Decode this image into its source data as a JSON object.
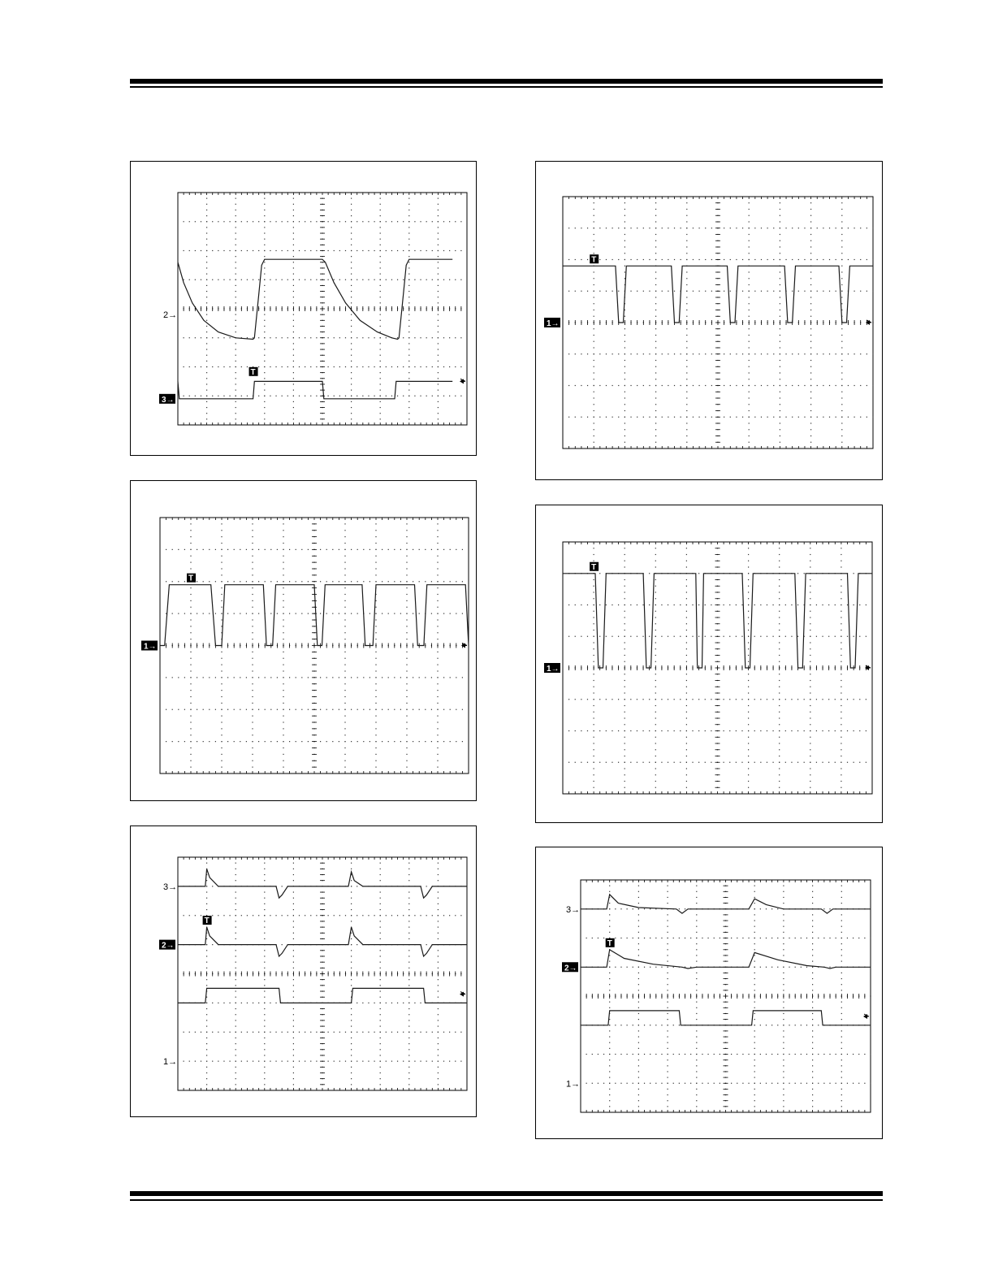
{
  "page": {
    "background": "#ffffff",
    "ink": "#000000"
  },
  "chart_data": [
    {
      "id": "scope-a",
      "type": "line",
      "grid": true,
      "divisions": [
        10,
        8
      ],
      "channels": [
        {
          "label": "2",
          "marker": "arrow",
          "inverted": false,
          "level": 3.8
        },
        {
          "label": "3",
          "marker": "arrow",
          "inverted": true,
          "level": 0.9
        }
      ],
      "trigger": {
        "label": "T",
        "x": 2.6,
        "y": 1.6
      },
      "right_marker_level": 1.5,
      "series": [
        {
          "points": [
            [
              0,
              5.6
            ],
            [
              0.2,
              4.9
            ],
            [
              0.5,
              4.2
            ],
            [
              0.9,
              3.6
            ],
            [
              1.4,
              3.2
            ],
            [
              2.0,
              3.0
            ],
            [
              2.6,
              2.95
            ],
            [
              2.65,
              3.0
            ],
            [
              2.8,
              4.5
            ],
            [
              2.9,
              5.5
            ],
            [
              3.0,
              5.7
            ],
            [
              5.0,
              5.7
            ],
            [
              5.1,
              5.6
            ],
            [
              5.4,
              4.9
            ],
            [
              5.8,
              4.2
            ],
            [
              6.3,
              3.6
            ],
            [
              6.9,
              3.2
            ],
            [
              7.4,
              3.0
            ],
            [
              7.6,
              2.95
            ],
            [
              7.65,
              3.0
            ],
            [
              7.8,
              4.5
            ],
            [
              7.9,
              5.5
            ],
            [
              8.0,
              5.7
            ],
            [
              9.5,
              5.7
            ]
          ]
        },
        {
          "points": [
            [
              0,
              1.5
            ],
            [
              0.05,
              0.9
            ],
            [
              2.6,
              0.9
            ],
            [
              2.65,
              1.5
            ],
            [
              5.0,
              1.5
            ],
            [
              5.05,
              0.9
            ],
            [
              7.5,
              0.9
            ],
            [
              7.55,
              1.5
            ],
            [
              9.5,
              1.5
            ]
          ]
        }
      ]
    },
    {
      "id": "scope-b",
      "type": "line",
      "grid": true,
      "divisions": [
        10,
        8
      ],
      "channels": [
        {
          "label": "1",
          "marker": "arrow",
          "inverted": true,
          "level": 4.0
        }
      ],
      "trigger": {
        "label": "T",
        "x": 1.0,
        "y": 5.9
      },
      "right_marker_level": 4.0,
      "series": [
        {
          "points": [
            [
              0,
              4.0
            ],
            [
              0.15,
              4.0
            ],
            [
              0.3,
              5.9
            ],
            [
              1.65,
              5.9
            ],
            [
              1.8,
              4.0
            ],
            [
              2.0,
              4.0
            ],
            [
              2.1,
              5.9
            ],
            [
              3.35,
              5.9
            ],
            [
              3.45,
              4.0
            ],
            [
              3.65,
              4.0
            ],
            [
              3.75,
              5.9
            ],
            [
              5.0,
              5.9
            ],
            [
              5.1,
              4.0
            ],
            [
              5.25,
              4.0
            ],
            [
              5.35,
              5.9
            ],
            [
              6.55,
              5.9
            ],
            [
              6.65,
              4.0
            ],
            [
              6.9,
              4.0
            ],
            [
              7.0,
              5.9
            ],
            [
              8.25,
              5.9
            ],
            [
              8.35,
              4.0
            ],
            [
              8.55,
              4.0
            ],
            [
              8.65,
              5.9
            ],
            [
              9.9,
              5.9
            ],
            [
              10.0,
              4.0
            ]
          ]
        }
      ]
    },
    {
      "id": "scope-c",
      "type": "line",
      "grid": true,
      "divisions": [
        10,
        8
      ],
      "channels": [
        {
          "label": "3",
          "marker": "arrow",
          "inverted": false,
          "level": 7.0
        },
        {
          "label": "2",
          "marker": "arrow",
          "inverted": true,
          "level": 5.0
        },
        {
          "label": "1",
          "marker": "arrow",
          "inverted": false,
          "level": 1.0
        }
      ],
      "trigger": {
        "label": "T",
        "x": 1.0,
        "y": 5.6
      },
      "right_marker_level": 3.3,
      "series": [
        {
          "points": [
            [
              0,
              7.0
            ],
            [
              0.95,
              7.0
            ],
            [
              1.0,
              7.6
            ],
            [
              1.1,
              7.3
            ],
            [
              1.4,
              7.0
            ],
            [
              3.4,
              7.0
            ],
            [
              3.5,
              6.6
            ],
            [
              3.6,
              6.7
            ],
            [
              3.8,
              7.0
            ],
            [
              5.9,
              7.0
            ],
            [
              6.0,
              7.5
            ],
            [
              6.1,
              7.2
            ],
            [
              6.4,
              7.0
            ],
            [
              8.4,
              7.0
            ],
            [
              8.5,
              6.6
            ],
            [
              8.6,
              6.7
            ],
            [
              8.8,
              7.0
            ],
            [
              10,
              7.0
            ]
          ]
        },
        {
          "points": [
            [
              0,
              5.0
            ],
            [
              0.95,
              5.0
            ],
            [
              1.0,
              5.6
            ],
            [
              1.1,
              5.3
            ],
            [
              1.4,
              5.0
            ],
            [
              3.4,
              5.0
            ],
            [
              3.5,
              4.6
            ],
            [
              3.6,
              4.7
            ],
            [
              3.8,
              5.0
            ],
            [
              5.9,
              5.0
            ],
            [
              6.0,
              5.6
            ],
            [
              6.1,
              5.3
            ],
            [
              6.4,
              5.0
            ],
            [
              8.4,
              5.0
            ],
            [
              8.5,
              4.6
            ],
            [
              8.6,
              4.7
            ],
            [
              8.8,
              5.0
            ],
            [
              10,
              5.0
            ]
          ]
        },
        {
          "points": [
            [
              0,
              3.0
            ],
            [
              0.95,
              3.0
            ],
            [
              1.0,
              3.5
            ],
            [
              3.5,
              3.5
            ],
            [
              3.55,
              3.0
            ],
            [
              6.0,
              3.0
            ],
            [
              6.05,
              3.5
            ],
            [
              8.5,
              3.5
            ],
            [
              8.55,
              3.0
            ],
            [
              10,
              3.0
            ]
          ]
        }
      ]
    },
    {
      "id": "scope-d",
      "type": "line",
      "grid": true,
      "divisions": [
        10,
        8
      ],
      "channels": [
        {
          "label": "1",
          "marker": "arrow",
          "inverted": true,
          "level": 4.0
        }
      ],
      "trigger": {
        "label": "T",
        "x": 1.0,
        "y": 5.8
      },
      "right_marker_level": 4.0,
      "series": [
        {
          "points": [
            [
              0,
              5.8
            ],
            [
              1.7,
              5.8
            ],
            [
              1.8,
              4.0
            ],
            [
              1.95,
              4.0
            ],
            [
              2.05,
              5.8
            ],
            [
              3.5,
              5.8
            ],
            [
              3.6,
              4.0
            ],
            [
              3.75,
              4.0
            ],
            [
              3.85,
              5.8
            ],
            [
              5.3,
              5.8
            ],
            [
              5.4,
              4.0
            ],
            [
              5.55,
              4.0
            ],
            [
              5.65,
              5.8
            ],
            [
              7.15,
              5.8
            ],
            [
              7.25,
              4.0
            ],
            [
              7.4,
              4.0
            ],
            [
              7.5,
              5.8
            ],
            [
              8.9,
              5.8
            ],
            [
              9.0,
              4.0
            ],
            [
              9.15,
              4.0
            ],
            [
              9.25,
              5.8
            ],
            [
              10,
              5.8
            ]
          ]
        }
      ]
    },
    {
      "id": "scope-e",
      "type": "line",
      "grid": true,
      "divisions": [
        10,
        8
      ],
      "channels": [
        {
          "label": "1",
          "marker": "arrow",
          "inverted": true,
          "level": 4.0
        }
      ],
      "trigger": {
        "label": "T",
        "x": 1.0,
        "y": 7.0
      },
      "right_marker_level": 4.0,
      "series": [
        {
          "points": [
            [
              0,
              7.0
            ],
            [
              1.0,
              7.0
            ],
            [
              1.05,
              7.0
            ],
            [
              1.15,
              4.0
            ],
            [
              1.3,
              4.0
            ],
            [
              1.4,
              7.0
            ],
            [
              2.6,
              7.0
            ],
            [
              2.7,
              4.0
            ],
            [
              2.85,
              4.0
            ],
            [
              2.95,
              7.0
            ],
            [
              4.3,
              7.0
            ],
            [
              4.35,
              4.0
            ],
            [
              4.5,
              4.0
            ],
            [
              4.55,
              7.0
            ],
            [
              5.8,
              7.0
            ],
            [
              5.9,
              4.0
            ],
            [
              6.05,
              4.0
            ],
            [
              6.15,
              7.0
            ],
            [
              7.5,
              7.0
            ],
            [
              7.6,
              4.0
            ],
            [
              7.75,
              4.0
            ],
            [
              7.85,
              7.0
            ],
            [
              9.2,
              7.0
            ],
            [
              9.3,
              4.0
            ],
            [
              9.45,
              4.0
            ],
            [
              9.55,
              7.0
            ],
            [
              10,
              7.0
            ]
          ]
        }
      ]
    },
    {
      "id": "scope-f",
      "type": "line",
      "grid": true,
      "divisions": [
        10,
        8
      ],
      "channels": [
        {
          "label": "3",
          "marker": "arrow",
          "inverted": false,
          "level": 7.0
        },
        {
          "label": "2",
          "marker": "arrow",
          "inverted": true,
          "level": 5.0
        },
        {
          "label": "1",
          "marker": "arrow",
          "inverted": false,
          "level": 1.0
        }
      ],
      "trigger": {
        "label": "T",
        "x": 1.0,
        "y": 5.6
      },
      "right_marker_level": 3.3,
      "series": [
        {
          "points": [
            [
              0,
              7.0
            ],
            [
              0.9,
              7.0
            ],
            [
              1.0,
              7.5
            ],
            [
              1.3,
              7.2
            ],
            [
              2.0,
              7.05
            ],
            [
              3.3,
              7.0
            ],
            [
              3.5,
              6.85
            ],
            [
              3.7,
              7.0
            ],
            [
              5.8,
              7.0
            ],
            [
              6.0,
              7.35
            ],
            [
              6.4,
              7.15
            ],
            [
              7.0,
              7.0
            ],
            [
              8.3,
              7.0
            ],
            [
              8.5,
              6.85
            ],
            [
              8.7,
              7.0
            ],
            [
              10,
              7.0
            ]
          ]
        },
        {
          "points": [
            [
              0,
              5.0
            ],
            [
              0.9,
              5.0
            ],
            [
              1.0,
              5.6
            ],
            [
              1.5,
              5.3
            ],
            [
              2.5,
              5.1
            ],
            [
              3.5,
              5.0
            ],
            [
              3.7,
              4.95
            ],
            [
              4.0,
              5.0
            ],
            [
              5.8,
              5.0
            ],
            [
              6.0,
              5.5
            ],
            [
              6.8,
              5.25
            ],
            [
              7.8,
              5.05
            ],
            [
              8.4,
              5.0
            ],
            [
              8.6,
              4.95
            ],
            [
              8.8,
              5.0
            ],
            [
              10,
              5.0
            ]
          ]
        },
        {
          "points": [
            [
              0,
              3.0
            ],
            [
              0.95,
              3.0
            ],
            [
              1.0,
              3.5
            ],
            [
              3.4,
              3.5
            ],
            [
              3.45,
              3.0
            ],
            [
              5.9,
              3.0
            ],
            [
              5.95,
              3.5
            ],
            [
              8.3,
              3.5
            ],
            [
              8.35,
              3.0
            ],
            [
              10,
              3.0
            ]
          ]
        }
      ]
    }
  ]
}
